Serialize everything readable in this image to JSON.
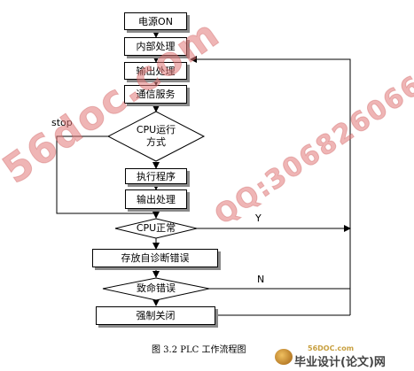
{
  "flowchart": {
    "nodes": {
      "power_on": "电源ON",
      "internal_processing": "内部处理",
      "output_processing_1": "输出处理",
      "communication_service": "通信服务",
      "cpu_mode_line1": "CPU运行",
      "cpu_mode_line2": "方式",
      "execute_program": "执行程序",
      "output_processing_2": "输出处理",
      "cpu_normal": "CPU正常",
      "store_diagnostic_error": "存放自诊断错误",
      "fatal_error": "致命错误",
      "force_shutdown": "强制关闭"
    },
    "labels": {
      "stop": "stop",
      "y": "Y",
      "n": "N"
    },
    "caption": "图 3.2 PLC 工作流程图"
  },
  "watermark": {
    "site_left": "56doc.com",
    "qq": "QQ:306826066",
    "footer_site": "56DOC.com",
    "footer_brand": "毕业设计(论文)网"
  },
  "colors": {
    "line": "#000000",
    "shadow": "#8a8a8a",
    "watermark": "#e07878"
  }
}
